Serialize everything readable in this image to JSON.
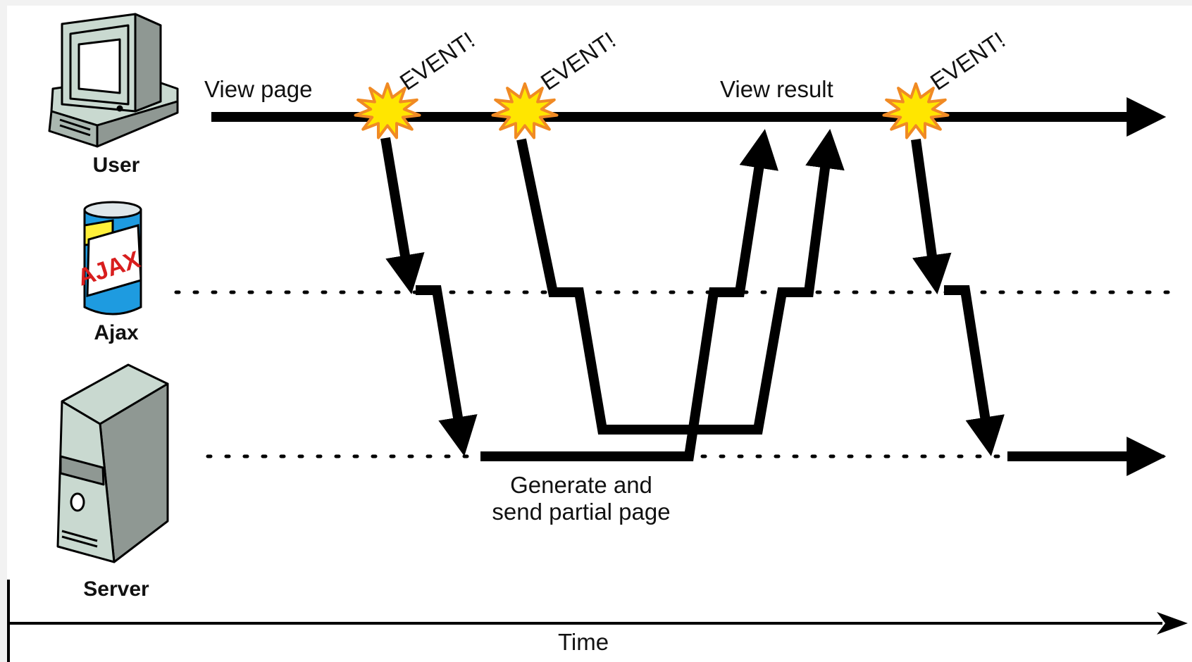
{
  "lanes": {
    "user": "User",
    "ajax": "Ajax",
    "server": "Server"
  },
  "actions": {
    "view_page": "View page",
    "view_result": "View result",
    "generate": [
      "Generate and",
      "send partial page"
    ]
  },
  "event_label": "EVENT!",
  "time_label": "Time",
  "ajax_can_text": "AJAX",
  "colors": {
    "arrow": "#000000",
    "burst_fill": "#ffe600",
    "burst_stroke": "#f08a24",
    "device_body": "#c9d9d0",
    "device_shade": "#8f9893",
    "can_blue": "#1e9be0",
    "can_yellow": "#fff03a",
    "can_red": "#d81e1e"
  }
}
